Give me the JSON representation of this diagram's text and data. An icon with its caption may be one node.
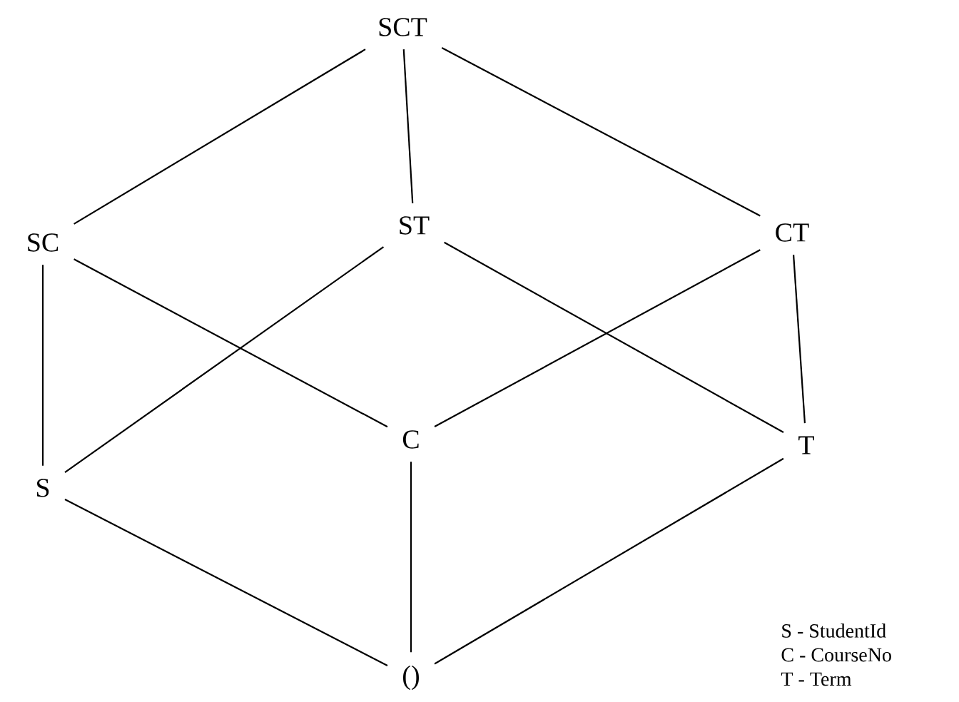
{
  "diagram": {
    "nodes": [
      {
        "text": [
          "SCT"
        ]
      },
      {
        "text": [
          "SC"
        ]
      },
      {
        "text": [
          "ST"
        ]
      },
      {
        "text": [
          "CT"
        ]
      },
      {
        "text": [
          "S"
        ]
      },
      {
        "text": [
          "C"
        ]
      },
      {
        "text": [
          "T"
        ]
      },
      {
        "text": [
          "()"
        ]
      }
    ],
    "edges": [
      {
        "from": 0,
        "to": 1,
        "arrow": "none"
      },
      {
        "from": 0,
        "to": 2,
        "arrow": "none"
      },
      {
        "from": 0,
        "to": 3,
        "arrow": "none"
      },
      {
        "from": 1,
        "to": 4,
        "arrow": "none"
      },
      {
        "from": 1,
        "to": 5,
        "arrow": "none"
      },
      {
        "from": 2,
        "to": 4,
        "arrow": "none"
      },
      {
        "from": 2,
        "to": 6,
        "arrow": "none"
      },
      {
        "from": 3,
        "to": 5,
        "arrow": "none"
      },
      {
        "from": 3,
        "to": 6,
        "arrow": "none"
      },
      {
        "from": 4,
        "to": 7,
        "arrow": "none"
      },
      {
        "from": 5,
        "to": 7,
        "arrow": "none"
      },
      {
        "from": 6,
        "to": 7,
        "arrow": "none"
      }
    ],
    "labels": [
      "S - StudentId",
      "C - CourseNo",
      "T - Term"
    ]
  }
}
